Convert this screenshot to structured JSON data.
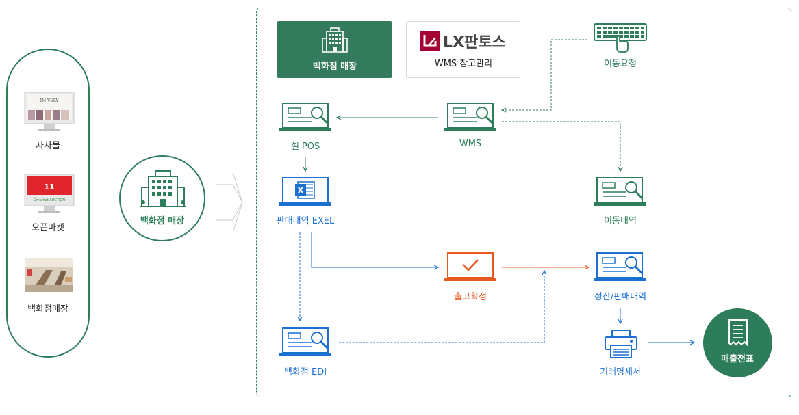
{
  "left_channels": [
    {
      "label": "자사몰",
      "icon": "website-monitor-icon",
      "screen_text": "IM VELY"
    },
    {
      "label": "오픈마켓",
      "icon": "open-market-monitor-icon",
      "screen_text": "11",
      "sub_text": "Gmarket  AUCTION"
    },
    {
      "label": "백화점매장",
      "icon": "department-store-photo-icon"
    }
  ],
  "center": {
    "label": "백화점 매장",
    "icon": "department-building-icon"
  },
  "top_cards": {
    "dept": {
      "label": "백화점 매장",
      "icon": "building-icon"
    },
    "wms": {
      "logo_text": "LX판토스",
      "label": "WMS 창고관리",
      "logo_icon": "lx-logo-icon"
    }
  },
  "nodes": {
    "move_request": {
      "label": "이동요청",
      "icon": "keyboard-hand-icon"
    },
    "cell_pos": {
      "label": "셀 POS",
      "icon": "laptop-search-icon"
    },
    "wms": {
      "label": "WMS",
      "icon": "laptop-search-icon"
    },
    "move_history": {
      "label": "이동내역",
      "icon": "laptop-search-icon"
    },
    "sales_excel": {
      "label": "판매내역 EXEL",
      "icon": "laptop-excel-icon",
      "excel_glyph": "X"
    },
    "ship_confirm": {
      "label": "출고확정",
      "icon": "laptop-check-icon"
    },
    "settle": {
      "label": "정산/판매내역",
      "icon": "laptop-search-icon"
    },
    "dept_edi": {
      "label": "백화점 EDI",
      "icon": "laptop-search-icon"
    },
    "invoice": {
      "label": "거래명세서",
      "icon": "printer-icon"
    },
    "sales_slip": {
      "label": "매출전표",
      "icon": "receipt-icon"
    }
  },
  "colors": {
    "green": "#2e7d5a",
    "blue": "#1a6fd0",
    "orange": "#e8581f",
    "dark_green_card": "#347a5c",
    "lx_red": "#a50034"
  }
}
